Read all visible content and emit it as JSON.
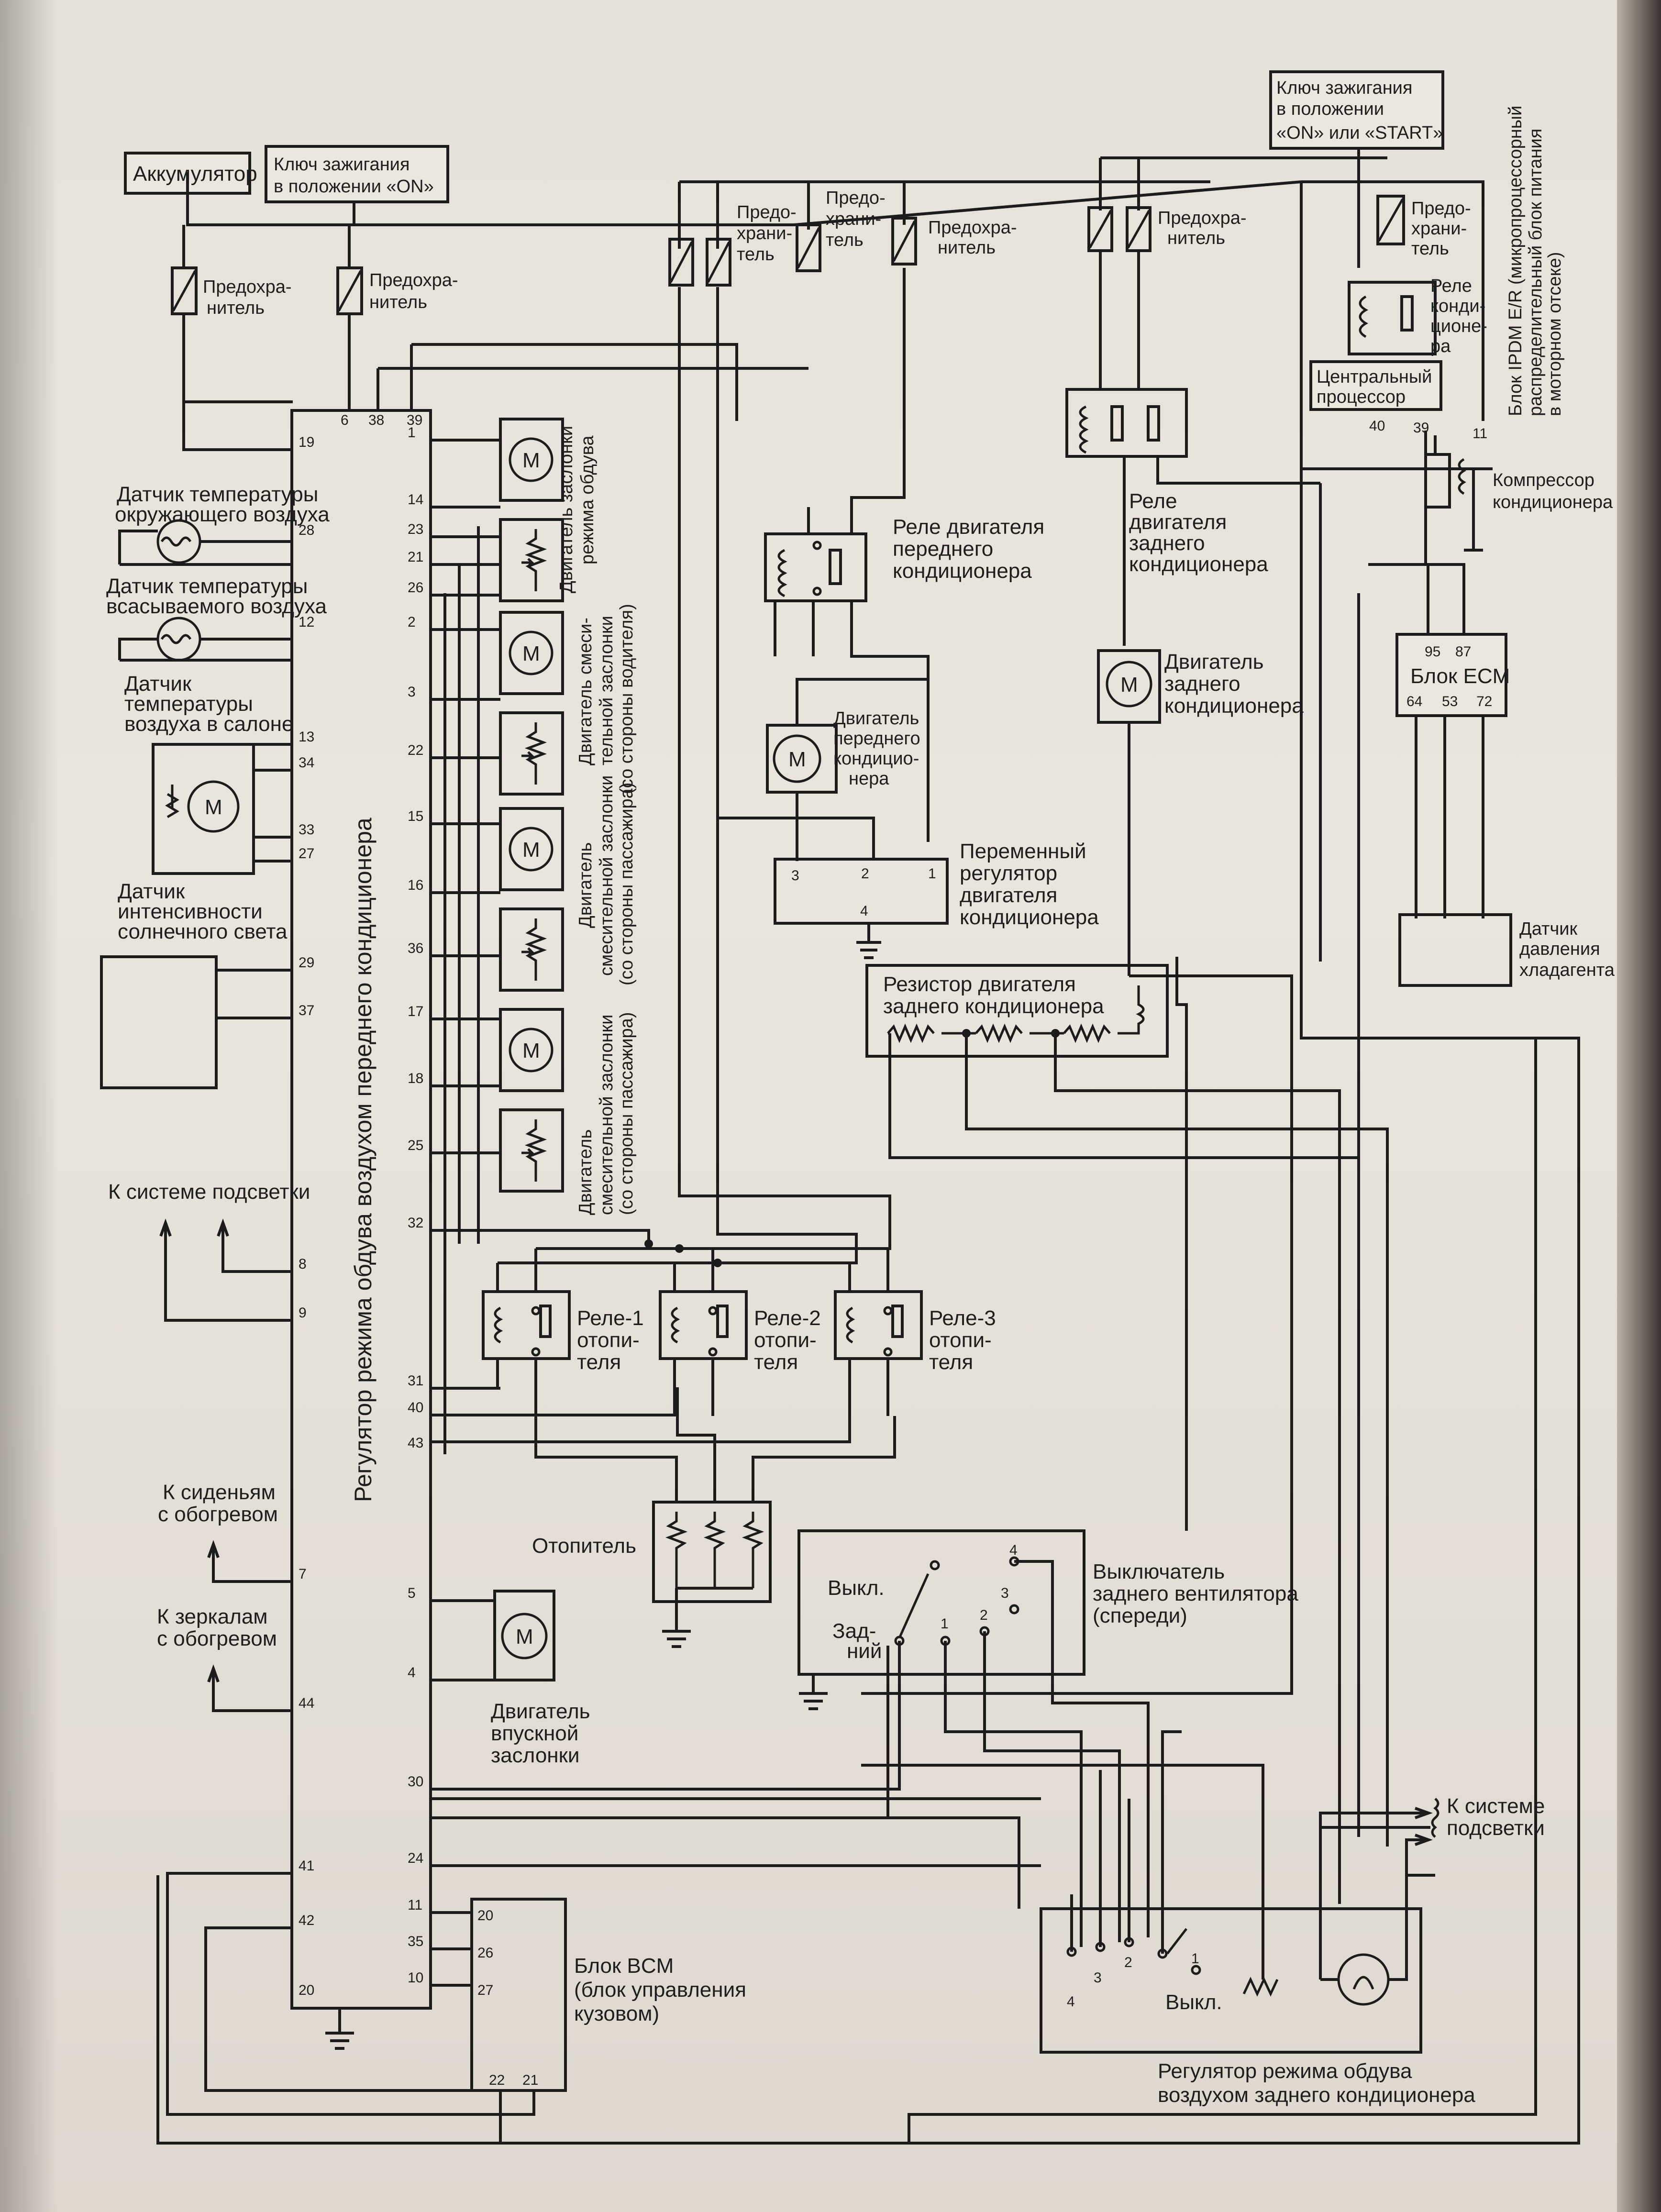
{
  "title_blocks": {
    "battery": "Аккумулятор",
    "ignition_on_1": "Ключ зажигания",
    "ignition_on_2": "в положении «ON»",
    "ignition_start_1": "Ключ зажигания",
    "ignition_start_2": "в положении",
    "ignition_start_3": "«ON» или «START»"
  },
  "fuse": {
    "l1": "Предохра-",
    "l2": "нитель",
    "v1": "Предо-",
    "v2": "храни-",
    "v3": "тель"
  },
  "ipdm": {
    "line1": "Блок IPDM E/R (микропроцессорный",
    "line2": "распределительный блок питания",
    "line3": "в моторном отсеке)",
    "relay_1": "Реле",
    "relay_2": "конди-",
    "relay_3": "ционе-",
    "relay_4": "ра",
    "cpu_1": "Центральный",
    "cpu_2": "процессор",
    "pins": [
      "40",
      "39",
      "11"
    ]
  },
  "compressor": {
    "l1": "Компрессор",
    "l2": "кондиционера"
  },
  "ecm": {
    "label": "Блок ECM",
    "top_pins": [
      "95",
      "87"
    ],
    "bottom_pins": [
      "64",
      "53",
      "72"
    ]
  },
  "pressure_sensor": {
    "l1": "Датчик",
    "l2": "давления",
    "l3": "хладагента"
  },
  "sensors": {
    "ambient_1": "Датчик температуры",
    "ambient_2": "окружающего воздуха",
    "intake_1": "Датчик температуры",
    "intake_2": "всасываемого воздуха",
    "cabin_1": "Датчик",
    "cabin_2": "температуры",
    "cabin_3": "воздуха в салоне",
    "sun_1": "Датчик",
    "sun_2": "интенсивности",
    "sun_3": "солнечного света"
  },
  "lighting_left": "К системе подсветки",
  "seats_1": "К сиденьям",
  "seats_2": "с обогревом",
  "mirrors_1": "К зеркалам",
  "mirrors_2": "с обогревом",
  "front_controller": "Регулятор режима обдува воздухом переднего кондиционера",
  "front_pins": {
    "top": [
      "6",
      "38",
      "39"
    ],
    "left": [
      "19",
      "28",
      "12",
      "13",
      "34",
      "33",
      "27",
      "29",
      "37",
      "8",
      "9",
      "7",
      "44",
      "41",
      "42",
      "20"
    ],
    "right": [
      "1",
      "14",
      "23",
      "21",
      "26",
      "2",
      "3",
      "22",
      "15",
      "16",
      "36",
      "17",
      "18",
      "25",
      "32",
      "31",
      "40",
      "43",
      "5",
      "4",
      "30",
      "24",
      "11",
      "35",
      "10"
    ]
  },
  "motor_letter": "M",
  "actuators": {
    "mode_1": "Двигатель заслонки",
    "mode_2": "режима обдува",
    "mix_drv_1": "Двигатель смеси-",
    "mix_drv_2": "тельной заслонки",
    "mix_drv_3": "(со стороны водителя)",
    "mix_pas_1": "Двигатель",
    "mix_pas_2": "смесительной заслонки",
    "mix_pas_3": "(со стороны пассажира)",
    "mix_pas2_1": "Двигатель",
    "mix_pas2_2": "смесительной заслонки",
    "mix_pas2_3": "(со стороны пассажира)"
  },
  "front_relay": {
    "l1": "Реле двигателя",
    "l2": "переднего",
    "l3": "кондиционера"
  },
  "rear_relay": {
    "l1": "Реле",
    "l2": "двигателя",
    "l3": "заднего",
    "l4": "кондиционера"
  },
  "front_motor": {
    "l1": "Двигатель",
    "l2": "переднего",
    "l3": "кондицио-",
    "l4": "нера"
  },
  "rear_motor": {
    "l1": "Двигатель",
    "l2": "заднего",
    "l3": "кондиционера"
  },
  "variable_regulator": {
    "l1": "Переменный",
    "l2": "регулятор",
    "l3": "двигателя",
    "l4": "кондиционера",
    "pins": [
      "3",
      "2",
      "1",
      "4"
    ]
  },
  "rear_resistor": {
    "l1": "Резистор двигателя",
    "l2": "заднего кондиционера"
  },
  "heater_relays": [
    {
      "l1": "Реле-1",
      "l2": "отопи-",
      "l3": "теля"
    },
    {
      "l1": "Реле-2",
      "l2": "отопи-",
      "l3": "теля"
    },
    {
      "l1": "Реле-3",
      "l2": "отопи-",
      "l3": "теля"
    }
  ],
  "heater": "Отопитель",
  "intake_motor": {
    "l1": "Двигатель",
    "l2": "впускной",
    "l3": "заслонки"
  },
  "rear_fan_switch": {
    "l1": "Выключатель",
    "l2": "заднего вентилятора",
    "l3": "(спереди)",
    "off": "Выкл.",
    "rear_1": "Зад-",
    "rear_2": "ний",
    "pos": [
      "1",
      "2",
      "3",
      "4"
    ]
  },
  "bcm": {
    "l1": "Блок BCM",
    "l2": "(блок управления",
    "l3": "кузовом)",
    "pins": [
      "20",
      "26",
      "27",
      "22",
      "21"
    ]
  },
  "lighting_right_1": "К системе",
  "lighting_right_2": "подсветки",
  "rear_controller": {
    "l1": "Регулятор режима обдува",
    "l2": "воздухом заднего кондиционера",
    "off": "Выкл.",
    "pos": [
      "4",
      "3",
      "2",
      "1"
    ]
  }
}
